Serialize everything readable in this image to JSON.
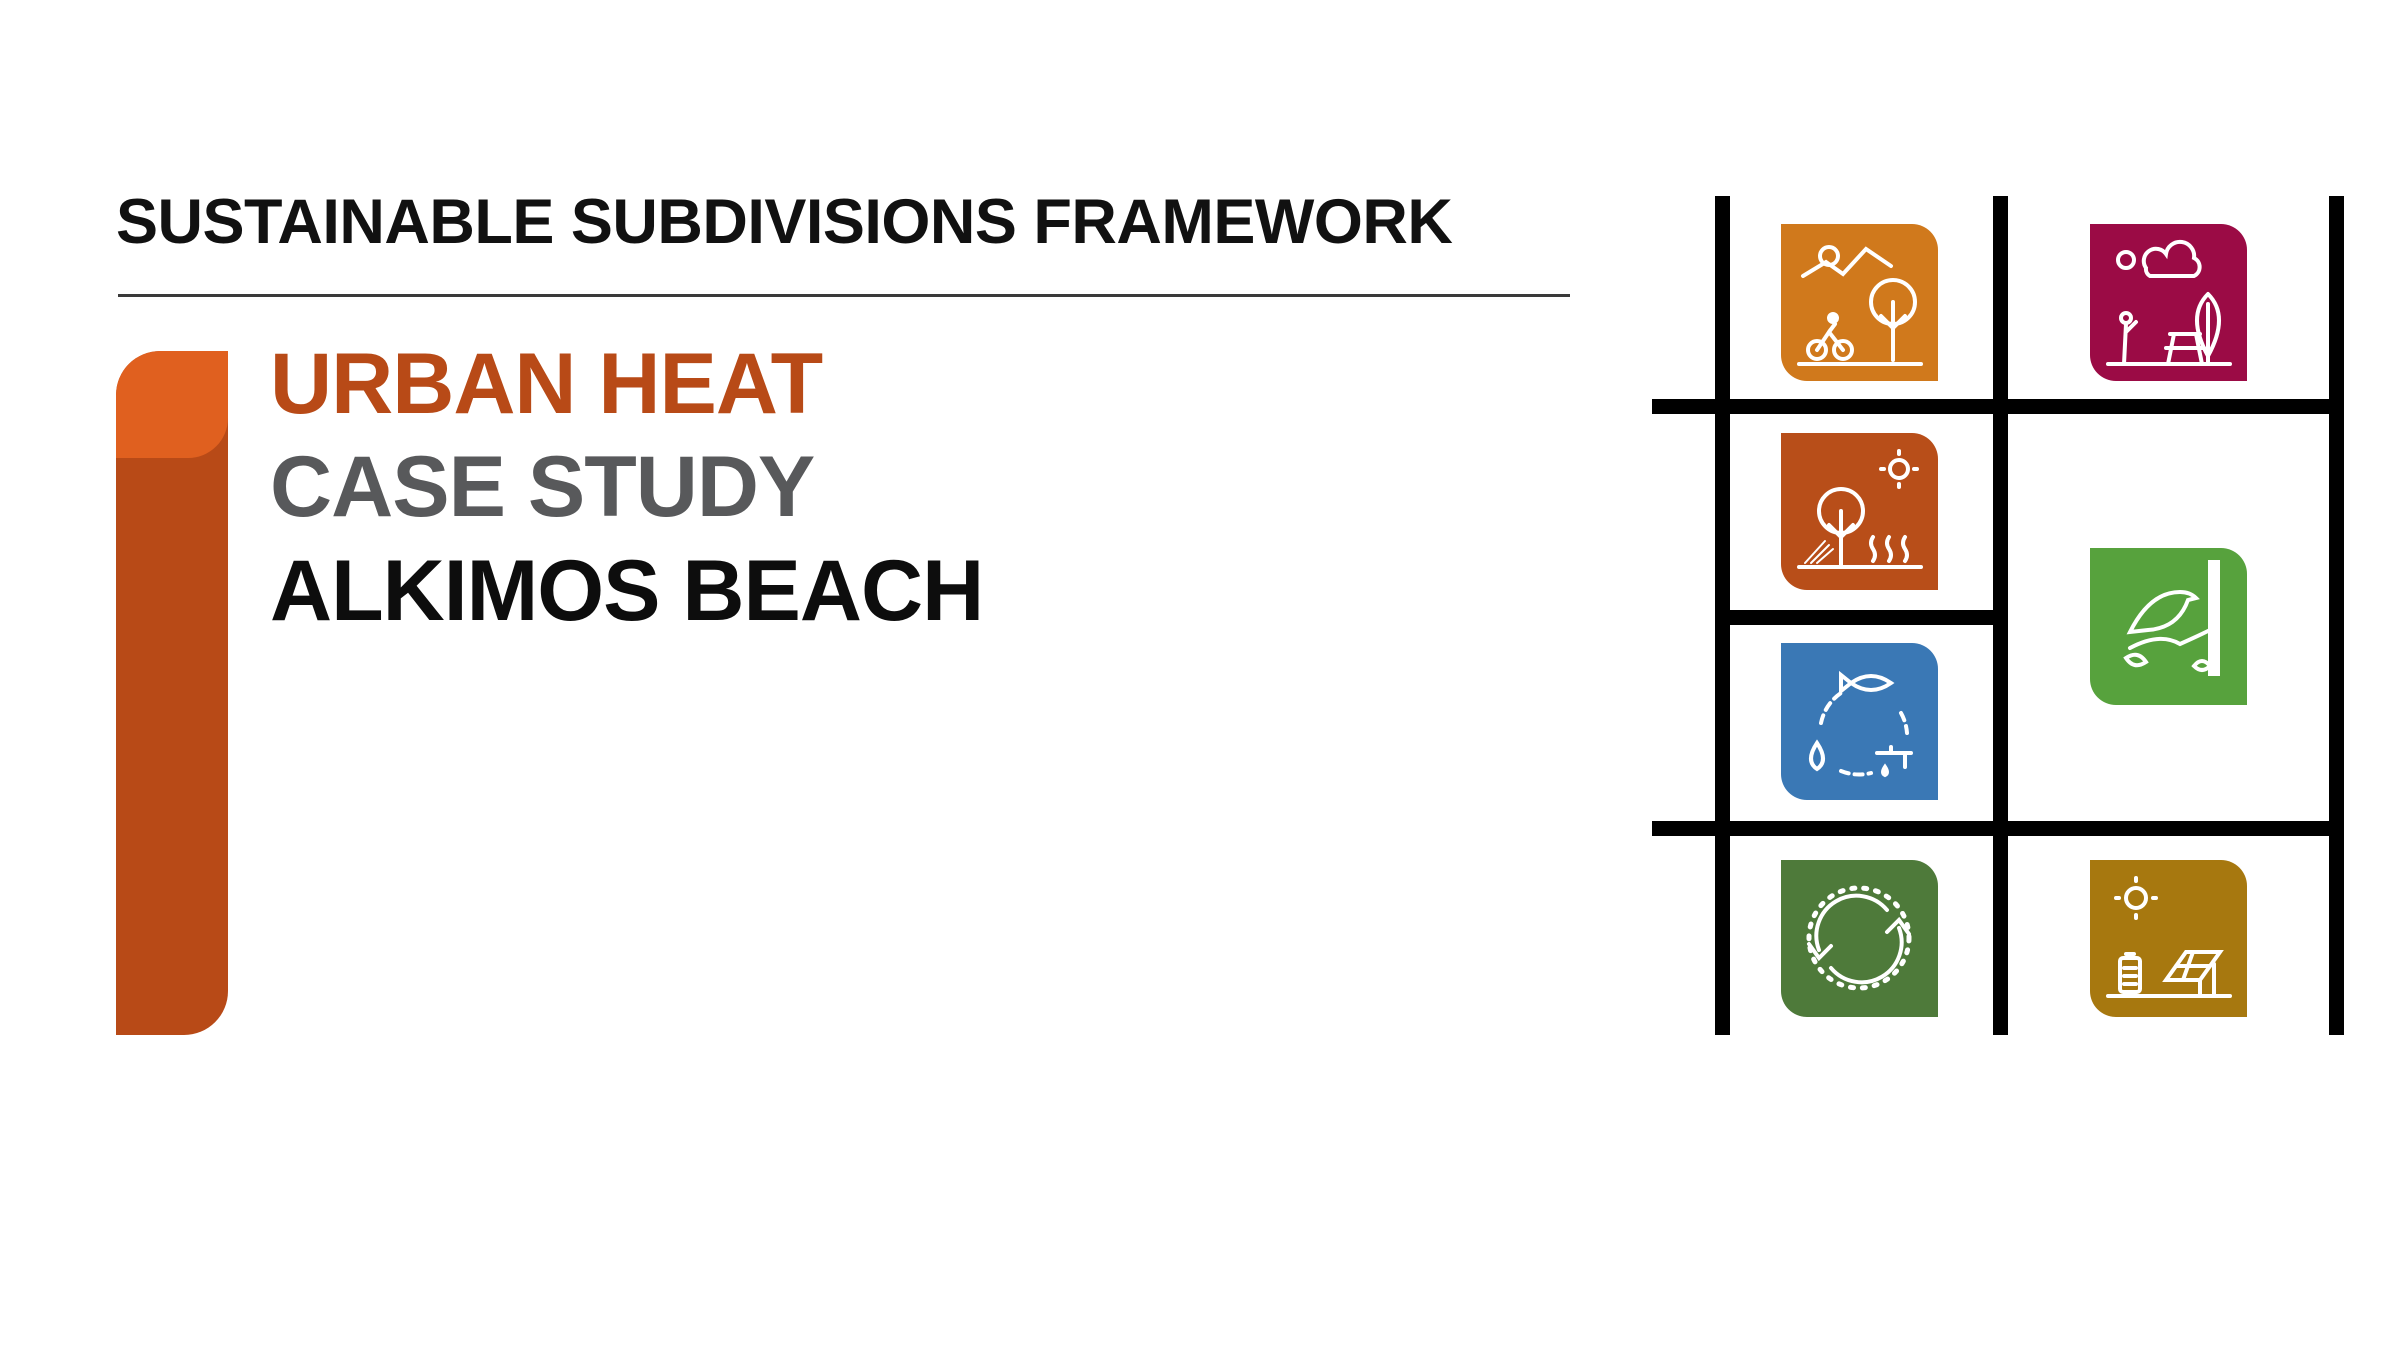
{
  "header": {
    "title": "SUSTAINABLE SUBDIVISIONS FRAMEWORK"
  },
  "headline": {
    "topic": "URBAN HEAT",
    "type": "CASE STUDY",
    "location": "ALKIMOS BEACH"
  },
  "colors": {
    "accent": "#B84A17",
    "accent_light": "#E0601F",
    "subtitle_gray": "#58595B",
    "tiles": {
      "recreation": "#D0791C",
      "open_space": "#9B0B45",
      "urban_heat": "#B84E19",
      "water": "#3A78B5",
      "biodiversity": "#57A23D",
      "circular": "#4E7A3A",
      "energy": "#A7780F"
    }
  },
  "icons": [
    "landscape-cycling-icon",
    "park-picnic-icon",
    "urban-heat-tree-icon",
    "water-cycle-icon",
    "bird-biodiversity-icon",
    "recycle-arrows-icon",
    "solar-energy-icon"
  ]
}
